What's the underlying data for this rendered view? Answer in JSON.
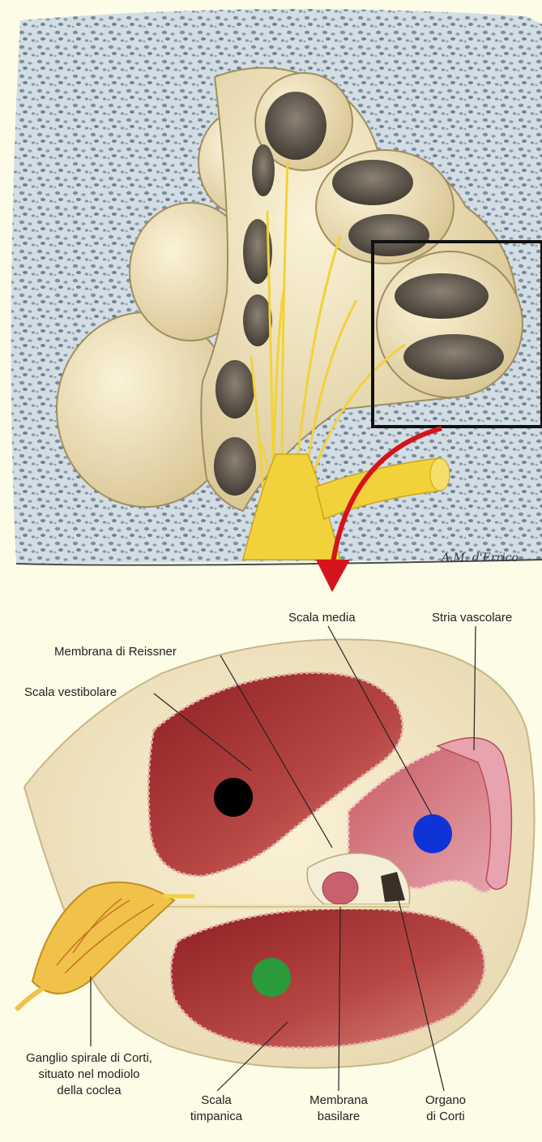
{
  "signature": "A.M. d'Errico",
  "labels": {
    "scala_media": "Scala media",
    "stria_vascolare": "Stria vascolare",
    "membrana_reissner": "Membrana di Reissner",
    "scala_vestibolare": "Scala vestibolare",
    "ganglio": "Ganglio spirale di Corti,\nsituato nel modiolo\ndella coclea",
    "scala_timpanica": "Scala\ntimpanica",
    "membrana_basilare": "Membrana\nbasilare",
    "organo_corti": "Organo\ndi Corti"
  },
  "markers": {
    "scala_vestibolare": "#000000",
    "scala_media": "#1033d8",
    "scala_timpanica": "#2a9a3a"
  },
  "colors": {
    "bone": "#c9d7df",
    "canal": "#efe3bf",
    "nerve": "#f2d23a",
    "arrow": "#d4141a",
    "tissue": "#b8403f"
  }
}
